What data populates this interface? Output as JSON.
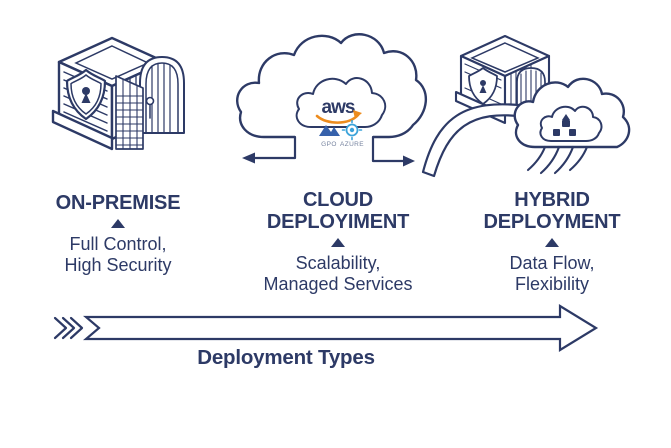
{
  "palette": {
    "background": "#ffffff",
    "navy": "#2d3a66",
    "aws_orange": "#ed8c1e",
    "gcp_blue": "#3661ab",
    "azure_blue": "#3ba3da"
  },
  "columns": [
    {
      "title": "ON-PREMISE",
      "subtitle": "Full Control,\nHigh Security"
    },
    {
      "title": "CLOUD\nDEPLOYIMENT",
      "subtitle": "Scalability,\nManaged Services"
    },
    {
      "title": "HYBRID\nDEPLOYMENT",
      "subtitle": "Data Flow,\nFlexibility"
    }
  ],
  "cloud_logos": {
    "aws": "aws",
    "gcp": "GPO",
    "azure": "AZURE"
  },
  "footer": {
    "label": "Deployment Types"
  }
}
